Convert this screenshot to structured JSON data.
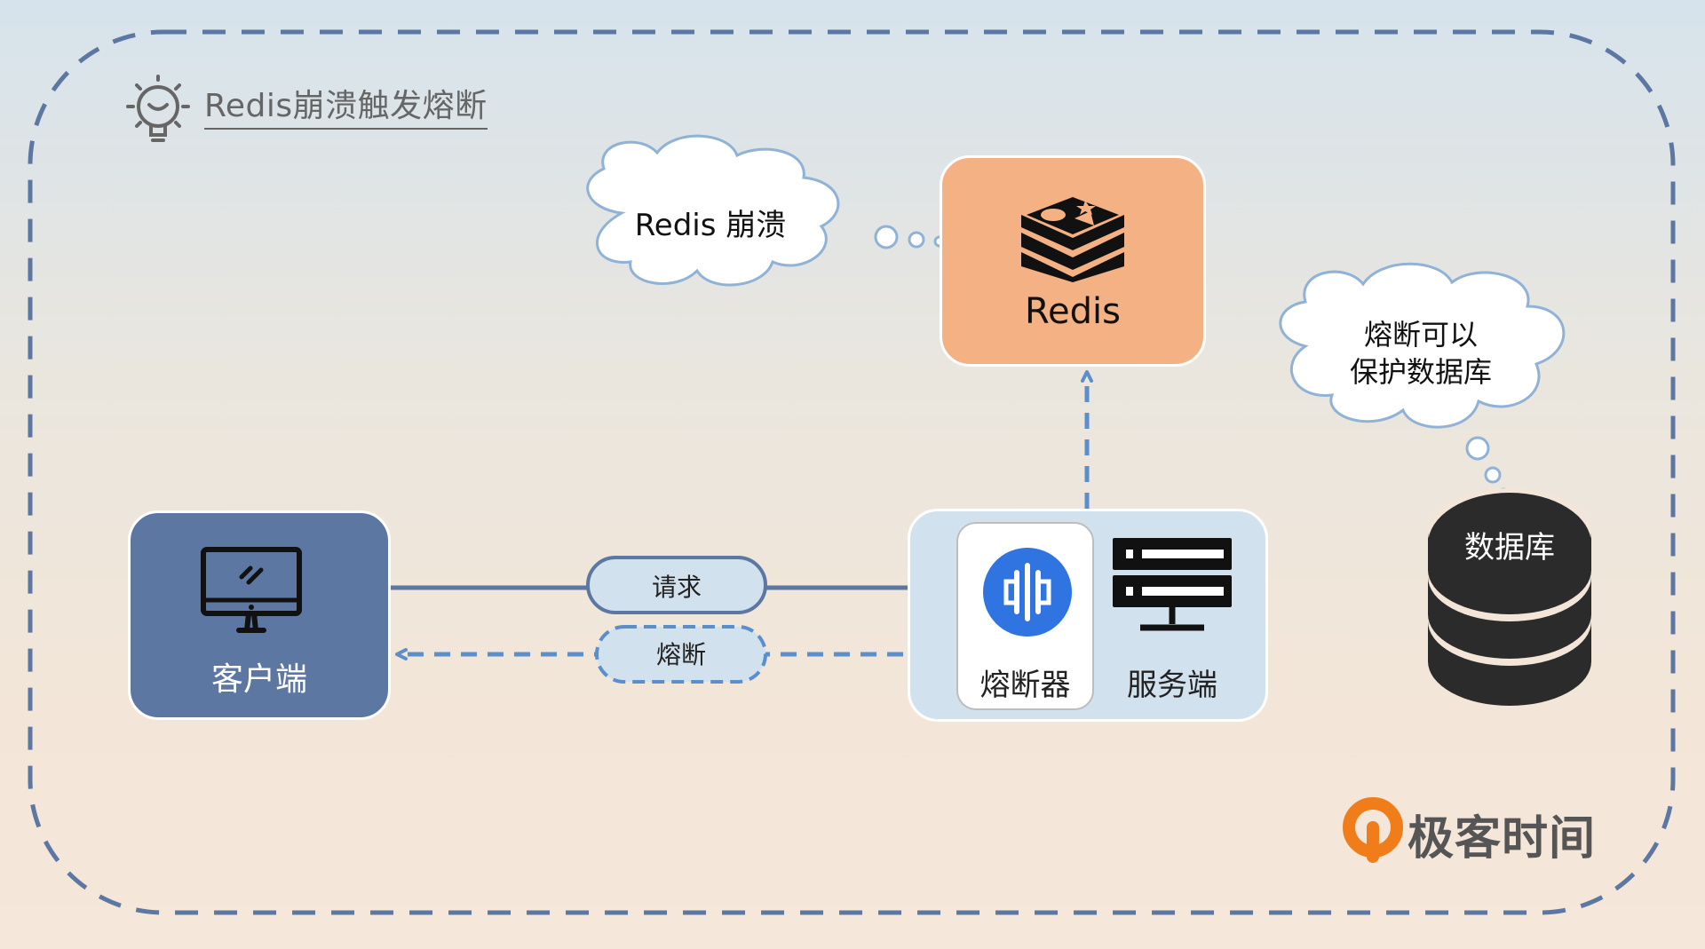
{
  "title": "Redis崩溃触发熔断",
  "nodes": {
    "client": "客户端",
    "circuit_breaker": "熔断器",
    "server": "服务端",
    "redis": "Redis",
    "database": "数据库"
  },
  "edges": {
    "request": "请求",
    "fuse": "熔断"
  },
  "clouds": {
    "redis_thought": "Redis 崩溃",
    "db_thought_line1": "熔断可以",
    "db_thought_line2": "保护数据库"
  },
  "brand": "极客时间",
  "colors": {
    "client_box": "#5d77a3",
    "server_box": "#d2e1ee",
    "redis_box": "#f4b183",
    "arrow_solid": "#5d77a3",
    "arrow_dashed": "#5b8fcb",
    "breaker_icon": "#2f74e0",
    "database": "#2b2b2b",
    "brand_orange": "#f07d1a"
  },
  "icons": {
    "title": "lightbulb-icon",
    "client": "monitor-icon",
    "circuit_breaker": "circuit-breaker-icon",
    "server": "server-icon",
    "redis": "redis-icon",
    "database": "database-icon",
    "brand": "geektime-logo-icon"
  }
}
